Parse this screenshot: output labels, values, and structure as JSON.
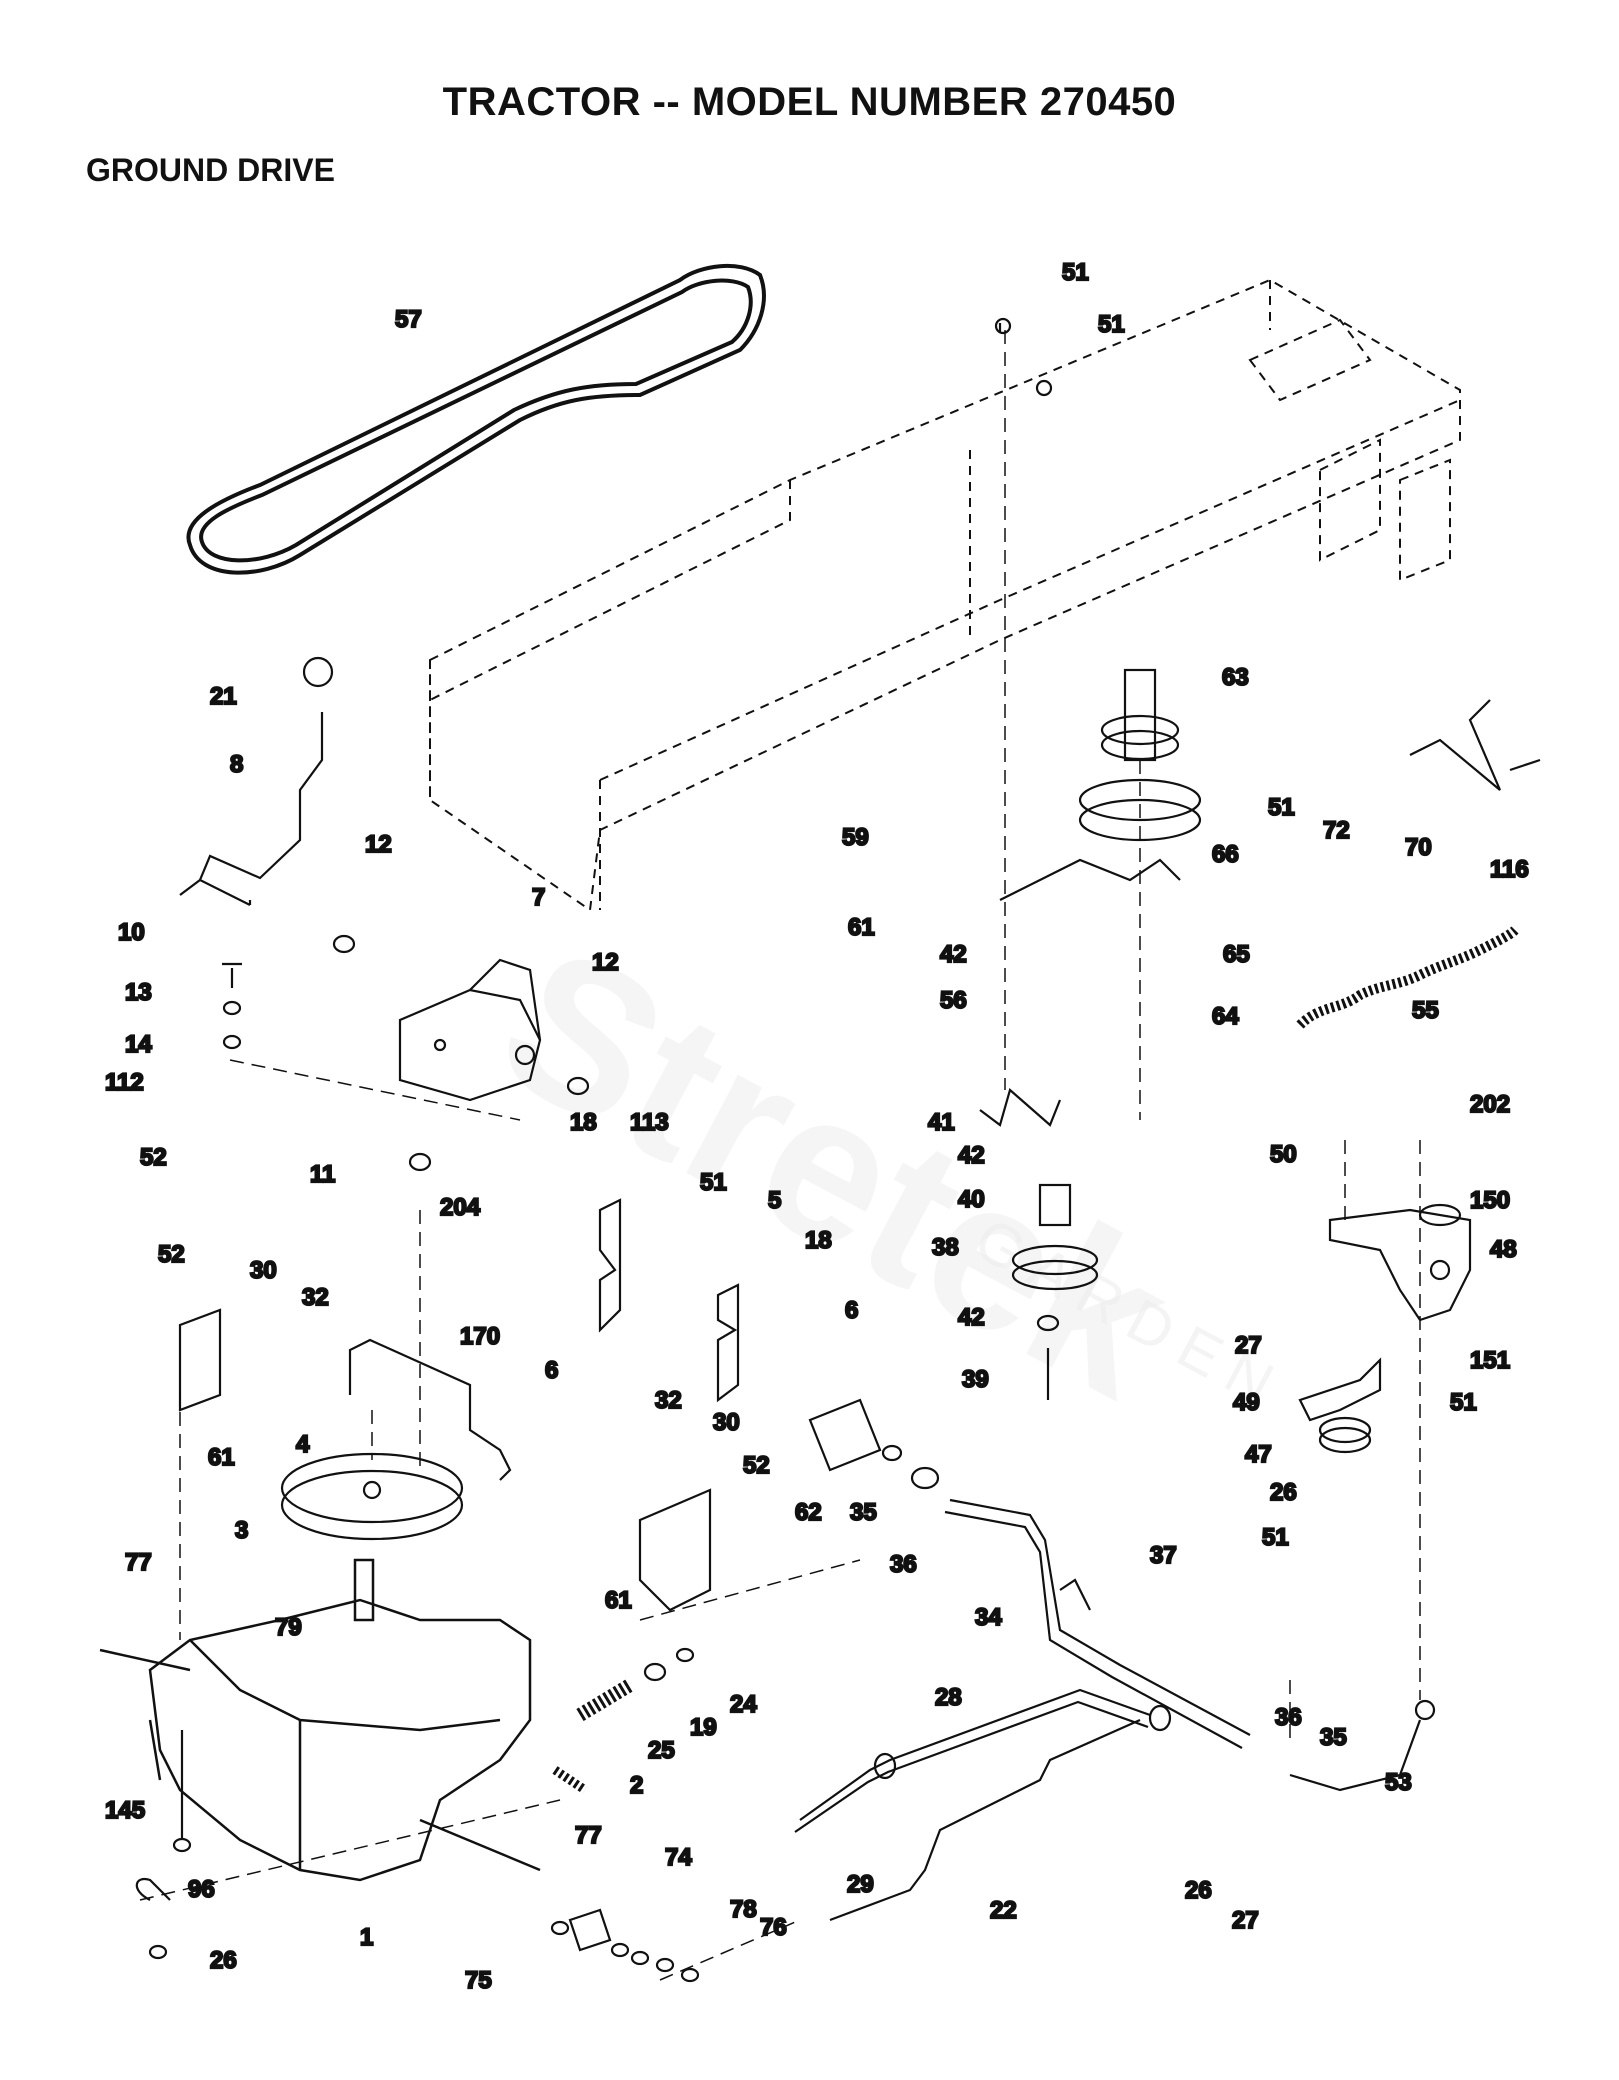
{
  "header": {
    "title": "TRACTOR -- MODEL NUMBER 270450",
    "section": "GROUND DRIVE"
  },
  "watermark": {
    "text": "Stretek",
    "sub": "GARDEN"
  },
  "callouts": [
    "57",
    "51",
    "51",
    "63",
    "21",
    "8",
    "12",
    "7",
    "12",
    "10",
    "13",
    "14",
    "112",
    "59",
    "61",
    "66",
    "51",
    "72",
    "70",
    "116",
    "42",
    "56",
    "65",
    "64",
    "55",
    "41",
    "42",
    "40",
    "38",
    "42",
    "39",
    "18",
    "113",
    "51",
    "5",
    "18",
    "6",
    "6",
    "11",
    "204",
    "52",
    "52",
    "30",
    "32",
    "61",
    "170",
    "4",
    "3",
    "32",
    "30",
    "52",
    "61",
    "62",
    "35",
    "36",
    "34",
    "37",
    "77",
    "79",
    "25",
    "19",
    "24",
    "28",
    "2",
    "29",
    "145",
    "77",
    "74",
    "1",
    "96",
    "26",
    "75",
    "78",
    "76",
    "22",
    "50",
    "202",
    "150",
    "48",
    "27",
    "49",
    "151",
    "51",
    "47",
    "26",
    "51",
    "36",
    "35",
    "53",
    "26",
    "27"
  ]
}
